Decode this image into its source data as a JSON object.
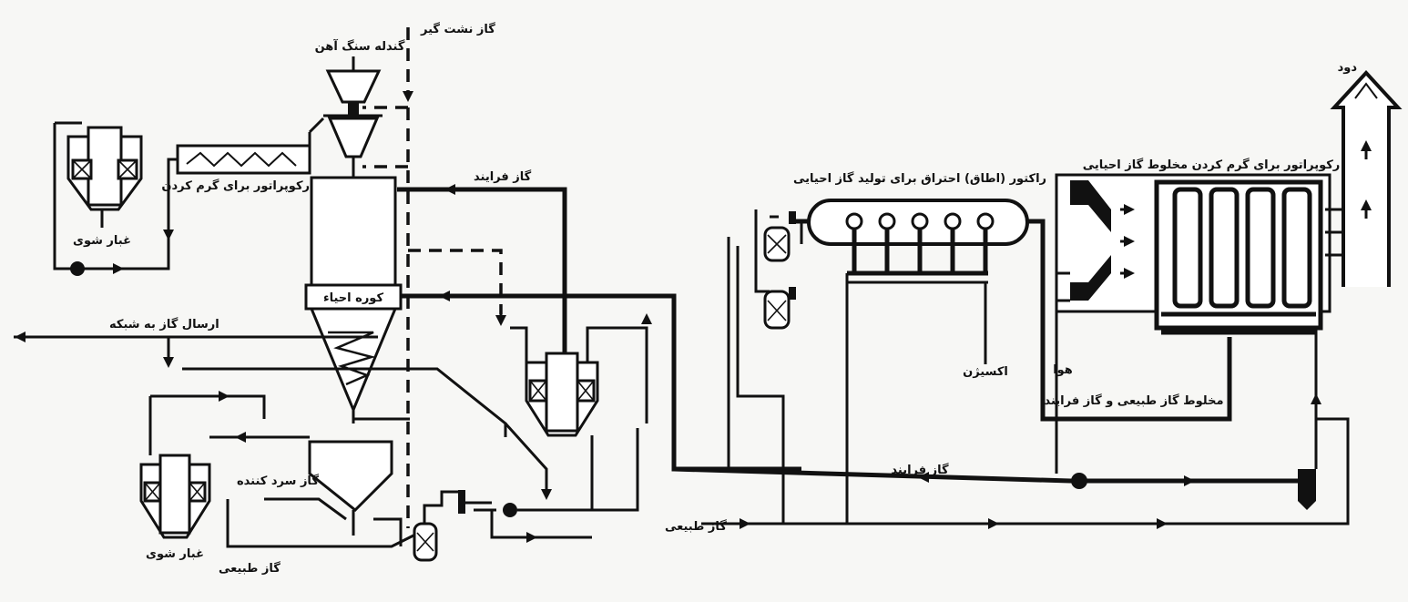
{
  "labels": {
    "pellets": "گندله سنگ آهن",
    "sealing_gas": "گاز نشت گیر",
    "dust_scrubber_top": "غبار شوی",
    "recuperator_heating": "رکوپراتور برای گرم کردن",
    "process_gas_top": "گاز فرایند",
    "reduction_furnace": "کوره احیاء",
    "send_gas_network": "ارسال گاز به شبکه",
    "cooling_gas": "گاز سرد کننده",
    "dust_scrubber_bottom": "غبار شوی",
    "natural_gas_bottom": "گاز طبیعی",
    "reactor_combustion": "راکتور (اطاق) احتراق برای تولید گاز احیایی",
    "oxygen": "اکسیژن",
    "process_gas_middle": "گاز فرایند",
    "natural_gas_middle": "گاز طبیعی",
    "recuperator_reducing": "رکوپراتور برای گرم کردن مخلوط گاز احیایی",
    "air": "هوا",
    "mixture_gas": "مخلوط گاز طبیعی و گاز فرایند",
    "smoke": "دود"
  }
}
